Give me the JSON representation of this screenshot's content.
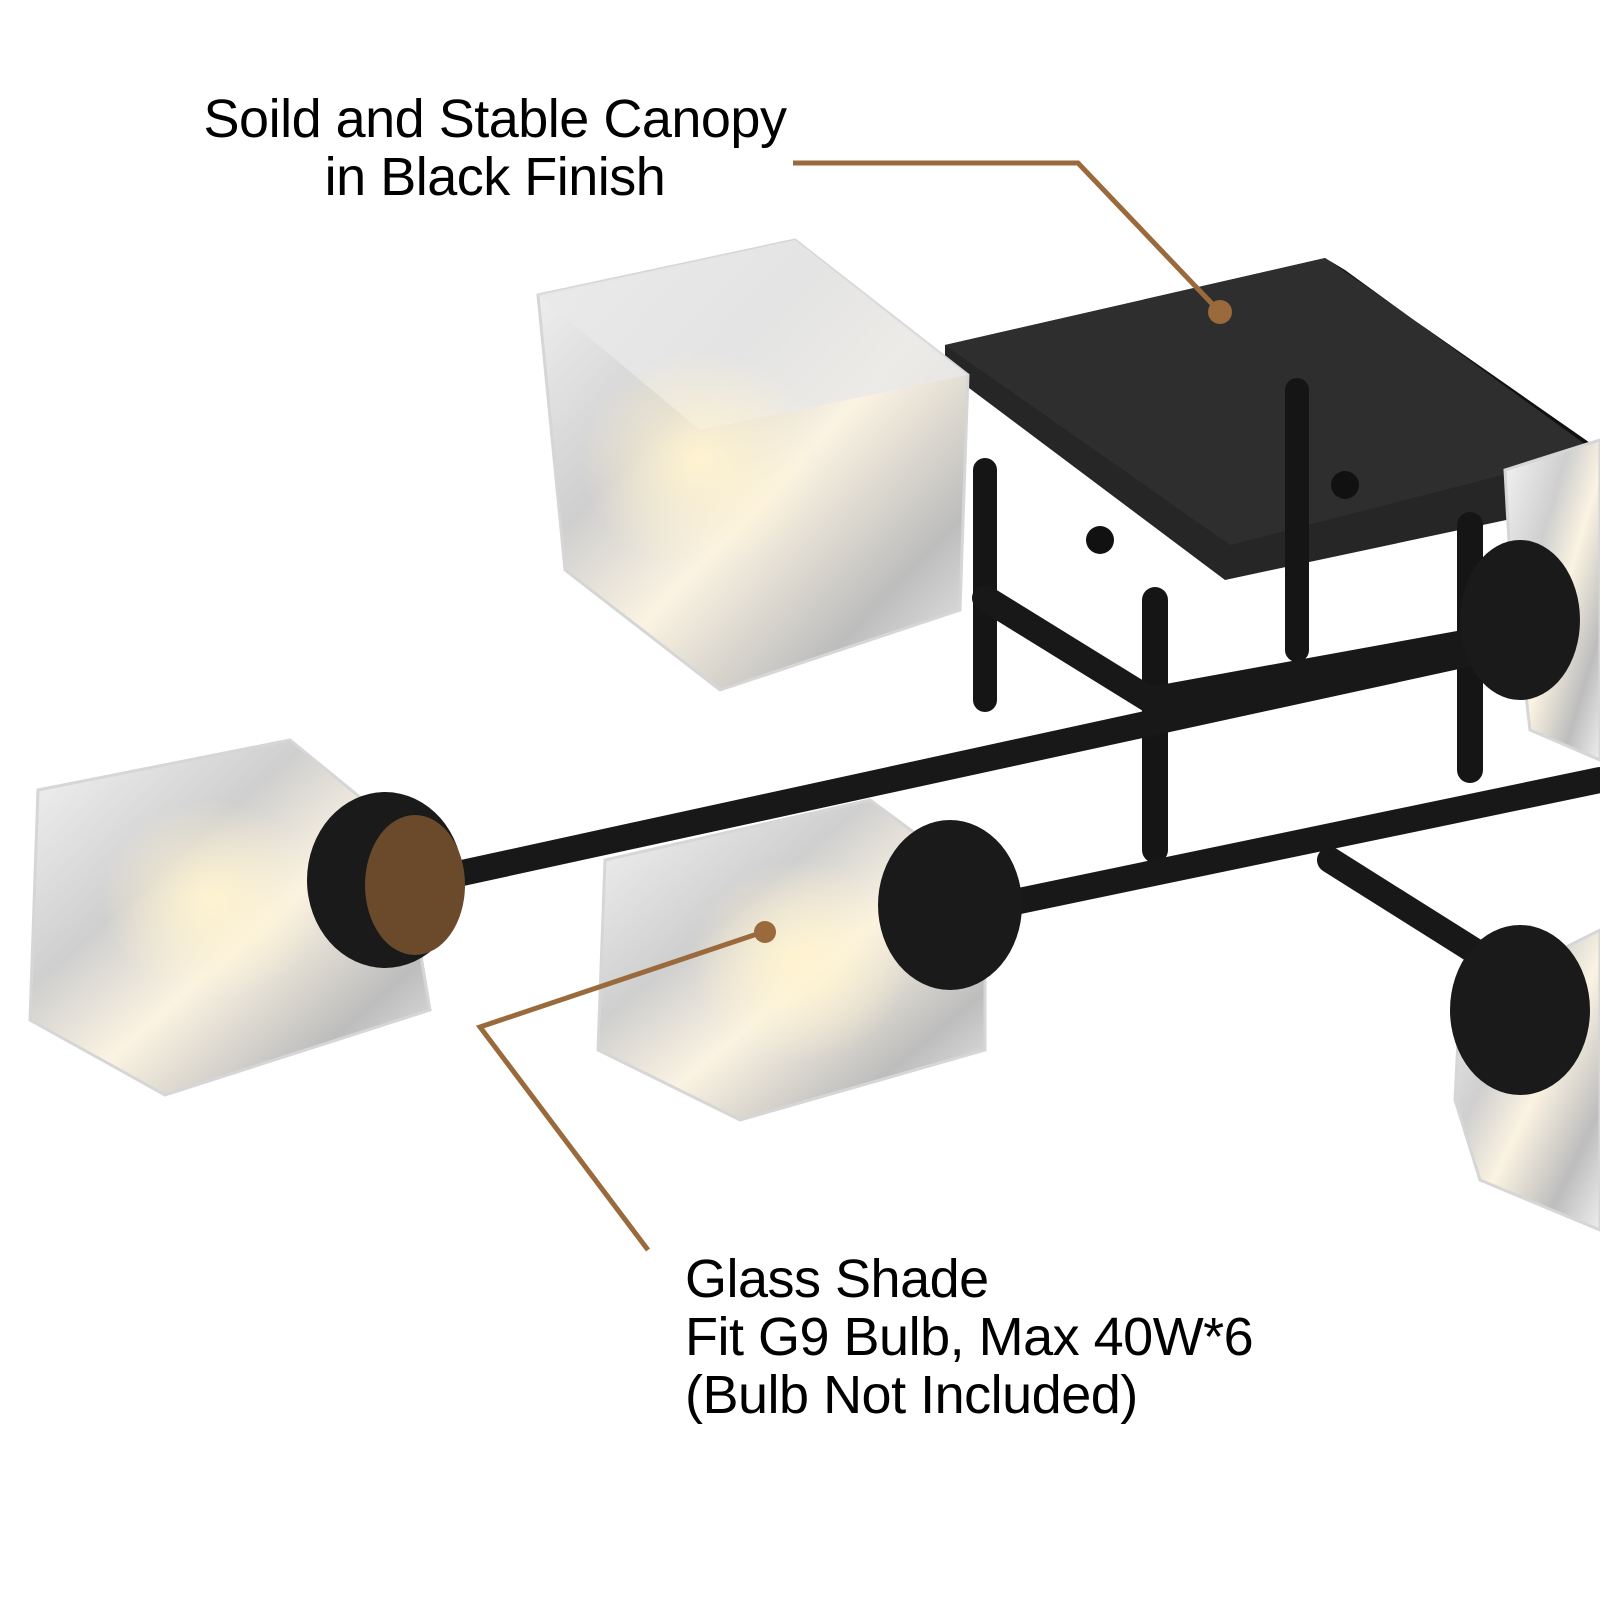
{
  "annotations": {
    "canopy": {
      "line1": "Soild and Stable Canopy",
      "line2": "in Black Finish"
    },
    "glass": {
      "line1": "Glass Shade",
      "line2": "Fit G9 Bulb, Max 40W*6",
      "line3": "(Bulb Not Included)"
    }
  },
  "colors": {
    "callout": "#9a6a3c",
    "fixture": "#1a1a1a",
    "text": "#000000"
  }
}
